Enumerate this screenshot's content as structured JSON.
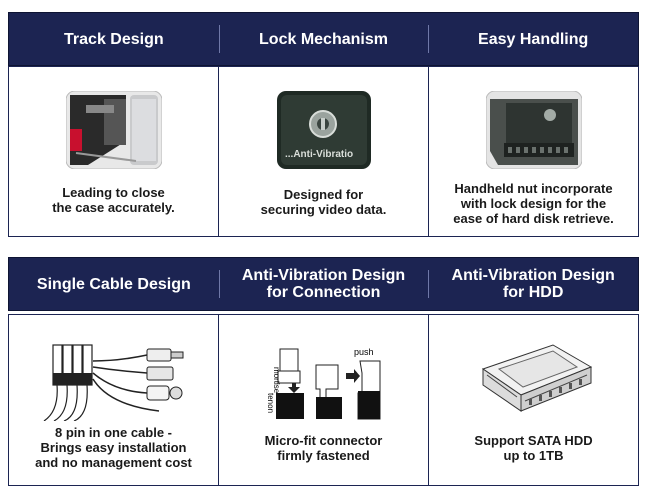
{
  "row1": {
    "headers": [
      "Track Design",
      "Lock Mechanism",
      "Easy Handling"
    ],
    "captions": [
      [
        "Leading to close",
        "the case accurately."
      ],
      [
        "Designed for",
        "securing video data."
      ],
      [
        "Handheld nut incorporate",
        "with lock design for the",
        "ease of hard disk retrieve."
      ]
    ],
    "lock_photo_text": "...Anti-Vibratio"
  },
  "row2": {
    "headers": [
      [
        "Single Cable Design"
      ],
      [
        "Anti-Vibration Design",
        "for Connection"
      ],
      [
        "Anti-Vibration Design",
        "for HDD"
      ]
    ],
    "captions": [
      [
        "8 pin in one cable -",
        "Brings easy installation",
        "and no management cost"
      ],
      [
        "Micro-fit connector",
        "firmly fastened"
      ],
      [
        "Support SATA HDD",
        "up to 1TB"
      ]
    ],
    "diagram_labels": {
      "push": "push",
      "mortise": "mortise",
      "tenon": "tenon"
    }
  },
  "colors": {
    "header_bg": "#1c2452",
    "header_text": "#ffffff",
    "caption_text": "#1a1a1a"
  }
}
